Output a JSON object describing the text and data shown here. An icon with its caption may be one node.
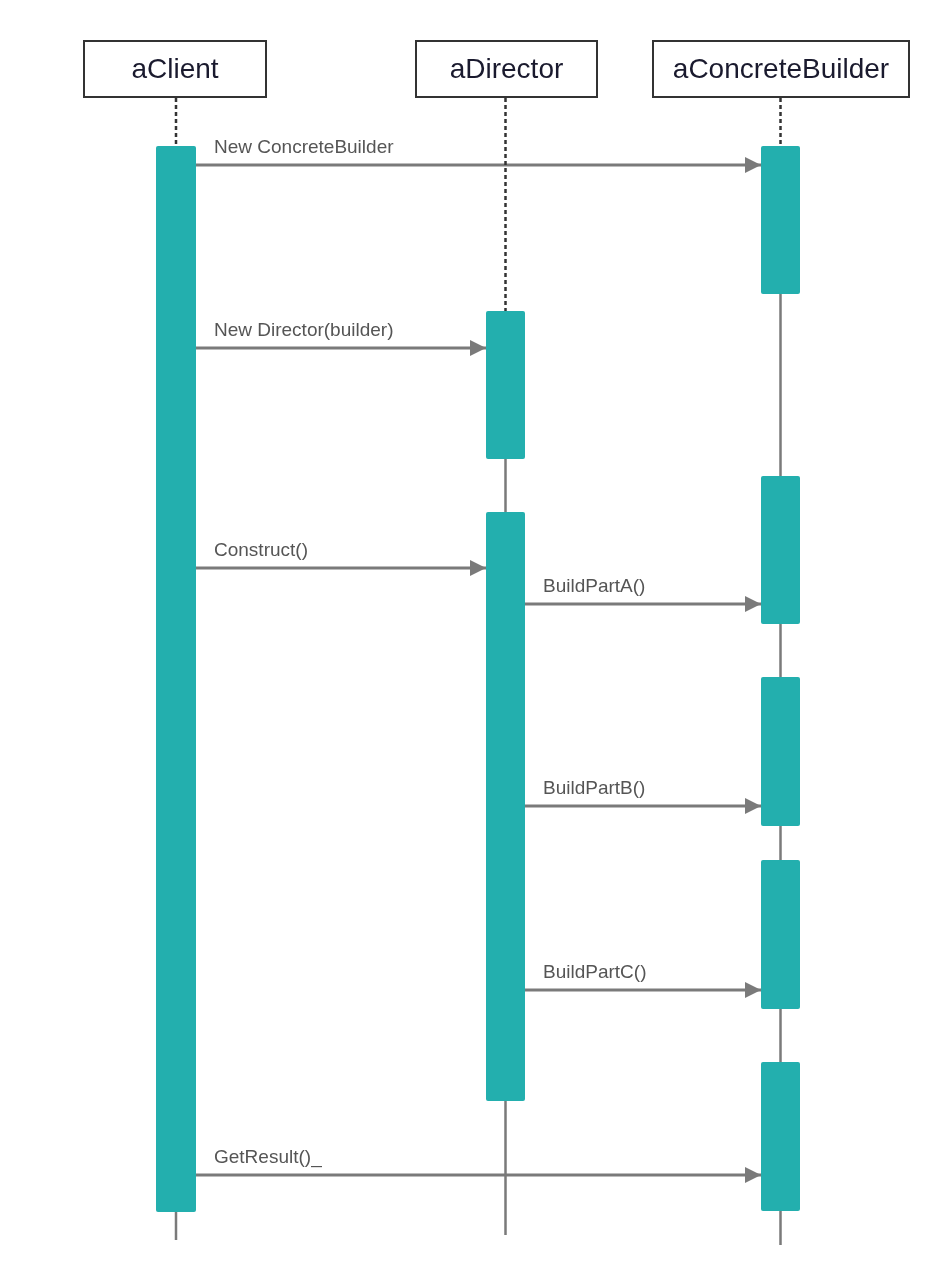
{
  "diagram": {
    "nodes": [
      {
        "text": [
          "aClient"
        ]
      },
      {
        "text": [
          "aDirector"
        ]
      },
      {
        "text": [
          "aConcreteBuilder"
        ]
      },
      {
        "text": [],
        "shape": "bar"
      },
      {
        "text": [],
        "shape": "bar"
      },
      {
        "text": [],
        "shape": "bar"
      },
      {
        "text": [],
        "shape": "bar"
      },
      {
        "text": [],
        "shape": "bar"
      },
      {
        "text": [],
        "shape": "bar"
      },
      {
        "text": [],
        "shape": "bar"
      },
      {
        "text": [],
        "shape": "bar"
      }
    ],
    "edges": [
      {
        "from": 3,
        "to": 6,
        "arrow": "to",
        "label": "New ConcreteBuilder"
      },
      {
        "from": 3,
        "to": 4,
        "arrow": "to",
        "label": "New Director(builder)"
      },
      {
        "from": 3,
        "to": 5,
        "arrow": "to",
        "label": "Construct()"
      },
      {
        "from": 5,
        "to": 7,
        "arrow": "to",
        "label": "BuildPartA()"
      },
      {
        "from": 5,
        "to": 8,
        "arrow": "to",
        "label": "BuildPartB()"
      },
      {
        "from": 5,
        "to": 9,
        "arrow": "to",
        "label": "BuildPartC()"
      },
      {
        "from": 3,
        "to": 10,
        "arrow": "to",
        "label": "GetResult()_"
      },
      {
        "from": 0,
        "to": 3,
        "arrow": "none",
        "style": "dashed",
        "color": "#333333"
      },
      {
        "from": 1,
        "to": 4,
        "arrow": "none",
        "style": "dashed",
        "color": "#333333"
      },
      {
        "from": 2,
        "to": 6,
        "arrow": "none",
        "style": "dashed",
        "color": "#333333"
      },
      {
        "from": 4,
        "to": 5,
        "arrow": "none"
      },
      {
        "from": 6,
        "to": 7,
        "arrow": "none"
      },
      {
        "from": 7,
        "to": 8,
        "arrow": "none"
      },
      {
        "from": 8,
        "to": 9,
        "arrow": "none"
      },
      {
        "from": 9,
        "to": 10,
        "arrow": "none"
      },
      {
        "from": 3,
        "to": null,
        "arrow": "none"
      },
      {
        "from": 5,
        "to": null,
        "arrow": "none"
      },
      {
        "from": 10,
        "to": null,
        "arrow": "none"
      }
    ]
  }
}
